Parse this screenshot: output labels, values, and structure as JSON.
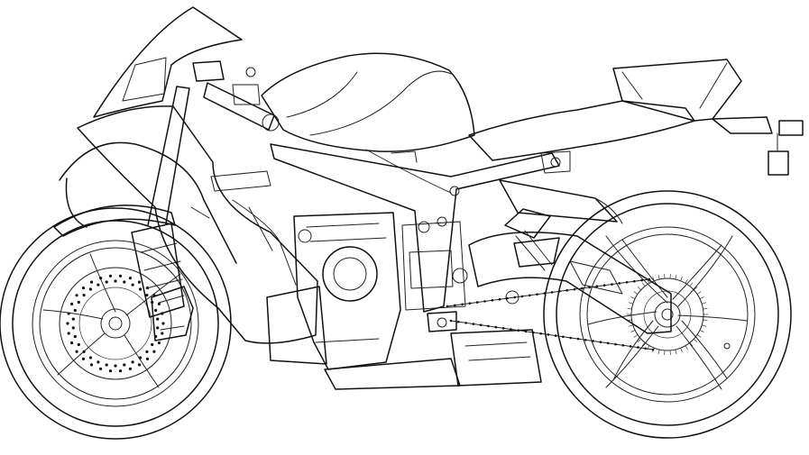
{
  "drawing": {
    "subject": "sport-motorcycle-line-drawing",
    "style": "black-line-art-on-white",
    "colors": {
      "line": "#111111",
      "background": "#ffffff"
    },
    "front_disc_holes": 60,
    "rear_sprocket_teeth": 42,
    "chain_links": 56
  }
}
